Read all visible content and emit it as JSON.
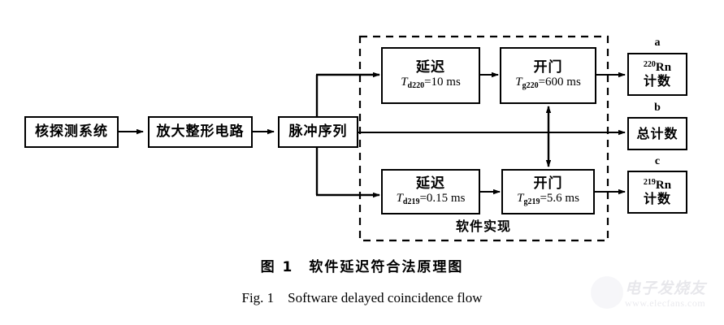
{
  "figure": {
    "caption_cn": "图 1　软件延迟符合法原理图",
    "caption_en": "Fig. 1　Software delayed coincidence flow"
  },
  "diagram": {
    "type": "block-flow-diagram",
    "group_label": "软件实现",
    "nodes": {
      "detector": {
        "label": "核探测系统"
      },
      "amplifier": {
        "label": "放大整形电路"
      },
      "pulse_train": {
        "label": "脉冲序列"
      },
      "delay_220": {
        "title": "延迟",
        "symbol": "T",
        "subscript": "d220",
        "equals": "=10 ms",
        "formula": "Td220=10 ms"
      },
      "gate_220": {
        "title": "开门",
        "symbol": "T",
        "subscript": "g220",
        "equals": "=600 ms",
        "formula": "Tg220=600 ms"
      },
      "delay_219": {
        "title": "延迟",
        "symbol": "T",
        "subscript": "d219",
        "equals": "=0.15 ms",
        "formula": "Td219=0.15 ms"
      },
      "gate_219": {
        "title": "开门",
        "symbol": "T",
        "subscript": "g219",
        "equals": "=5.6 ms",
        "formula": "Tg219=5.6 ms"
      },
      "out_a": {
        "tag": "a",
        "isotope_mass": "220",
        "isotope_symbol": "Rn",
        "label": "计数"
      },
      "out_b": {
        "tag": "b",
        "label": "总计数"
      },
      "out_c": {
        "tag": "c",
        "isotope_mass": "219",
        "isotope_symbol": "Rn",
        "label": "计数"
      }
    },
    "colors": {
      "line": "#000000",
      "background": "#ffffff",
      "text": "#000000"
    }
  },
  "watermark": {
    "text": "电子发烧友",
    "url": "www.elecfans.com"
  }
}
